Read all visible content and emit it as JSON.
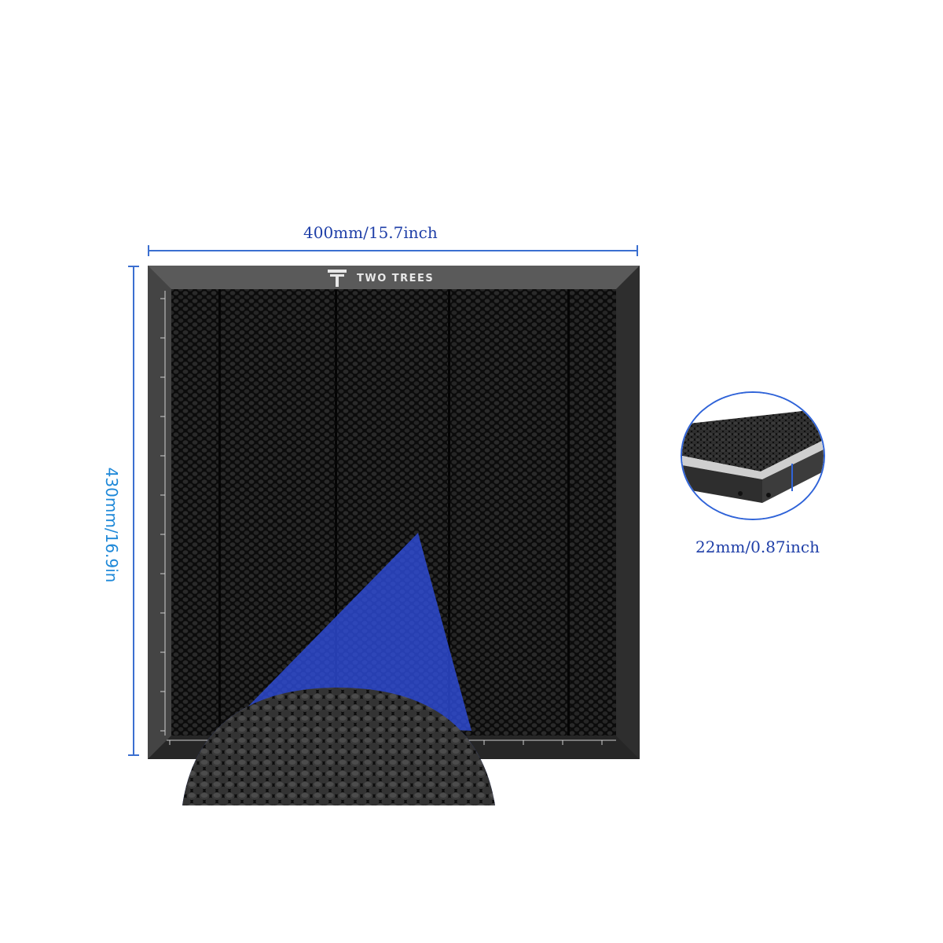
{
  "dimensions": {
    "width_label": "400mm/15.7inch",
    "height_label": "430mm/16.9in",
    "depth_label": "22mm/0.87inch"
  },
  "brand": {
    "logo_icon": "tt-logo-icon",
    "name": "TWO TREES"
  },
  "colors": {
    "dimension_line": "#3b6fd0",
    "dimension_text": "#1f3fa8",
    "height_text": "#1e88d8",
    "frame": "#3a3a3a",
    "mesh": "#0b0b0b",
    "zoom_highlight": "#2f4ee0"
  }
}
